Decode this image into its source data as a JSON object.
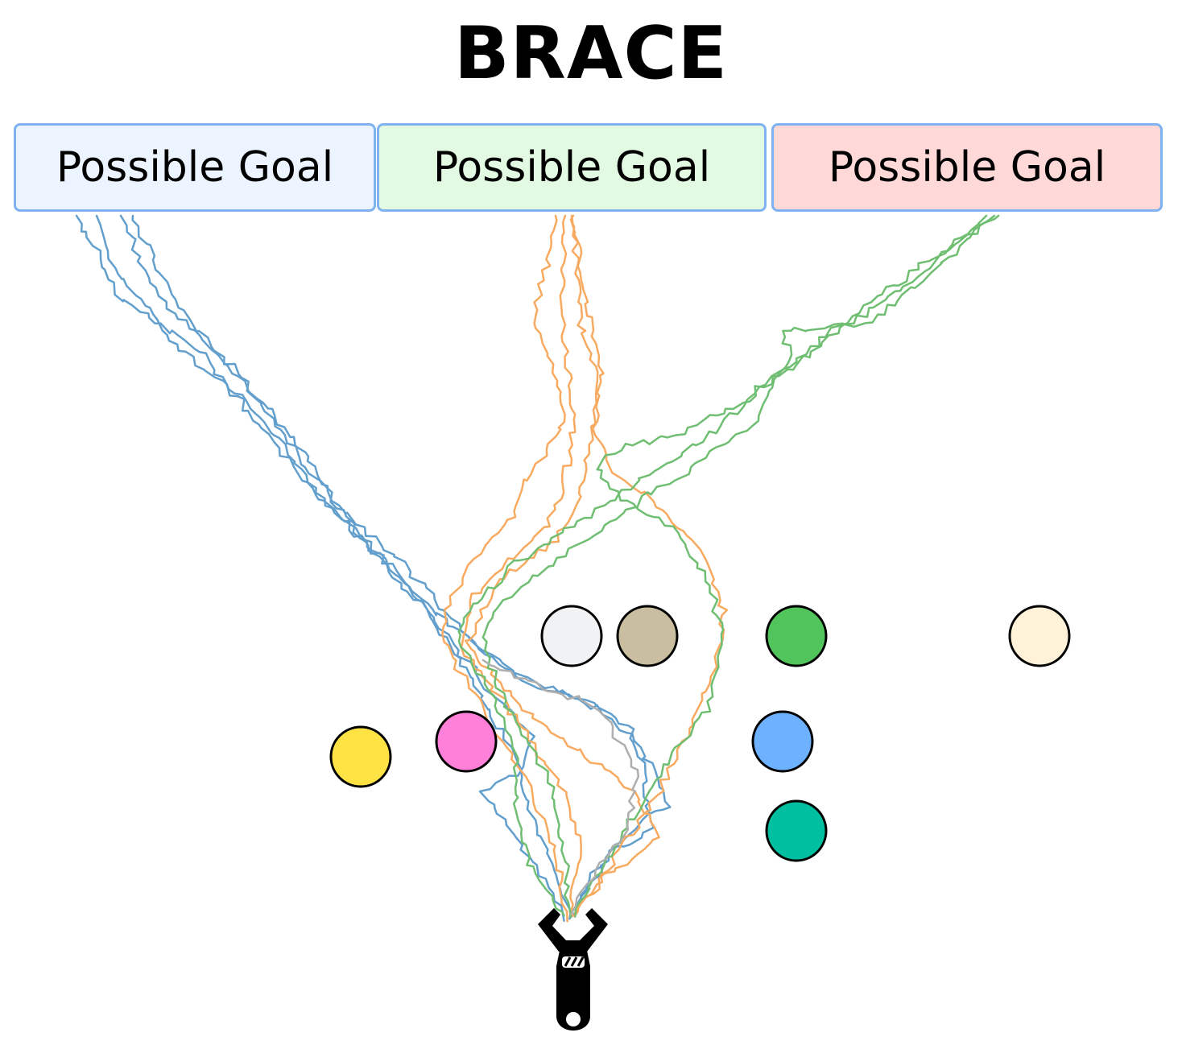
{
  "title": "BRACE",
  "goals": [
    {
      "label": "Possible Goal",
      "color": "#ebf4ff"
    },
    {
      "label": "Possible Goal",
      "color": "#e2f9e2"
    },
    {
      "label": "Possible Goal",
      "color": "#ffd8d8"
    }
  ],
  "trajectory_colors": {
    "blue": "#3d88c0",
    "orange": "#f7963a",
    "green": "#4caf50",
    "gray": "#9a9a9a"
  },
  "objects": [
    {
      "name": "white-ball-object",
      "color": "#f0f2f4"
    },
    {
      "name": "tan-ball-object",
      "color": "#c9bfa0"
    },
    {
      "name": "green-ball-object",
      "color": "#52c45c"
    },
    {
      "name": "cream-ball-object",
      "color": "#fff2d8"
    },
    {
      "name": "yellow-ball-object",
      "color": "#ffe244"
    },
    {
      "name": "pink-ball-object",
      "color": "#ff80d8"
    },
    {
      "name": "blue-ball-object",
      "color": "#6eb1ff"
    },
    {
      "name": "teal-ball-object",
      "color": "#00bfa0"
    }
  ]
}
